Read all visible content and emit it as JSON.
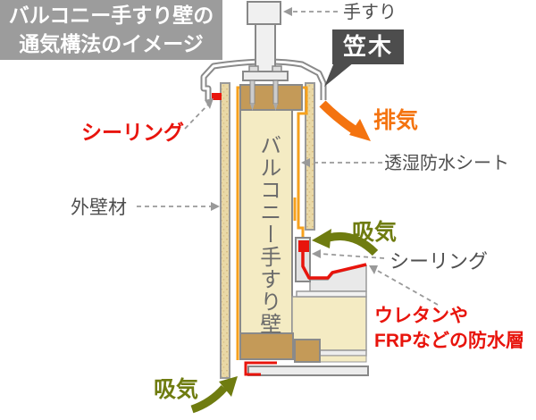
{
  "title": {
    "line1": "バルコニー手すり壁の",
    "line2": "通気構法のイメージ"
  },
  "labels": {
    "handrail": "手すり",
    "coping": "笠木",
    "exhaust": "排気",
    "sealing_left": "シーリング",
    "breathable_sheet": "透湿防水シート",
    "exterior_wall": "外壁材",
    "intake_right": "吸気",
    "sealing_right": "シーリング",
    "waterproof_line1": "ウレタンや",
    "waterproof_line2": "FRPなどの防水層",
    "intake_bottom": "吸気",
    "wall_core_vertical": "バルコニー手すり壁"
  },
  "colors": {
    "title_bg": "#9c9c9c",
    "coping_tag_bg": "#4d4d4d",
    "exhaust_orange": "#f4730f",
    "intake_olive": "#6f7c10",
    "sealing_red": "#e8140c",
    "sheet_orange": "#f6a11c",
    "wall_core_cream": "#f4ebc3",
    "lumber_brown": "#c49a58",
    "siding_tan": "#e9d8a6",
    "outline_gray": "#8a8a8a",
    "label_gray": "#4f4f4f"
  }
}
